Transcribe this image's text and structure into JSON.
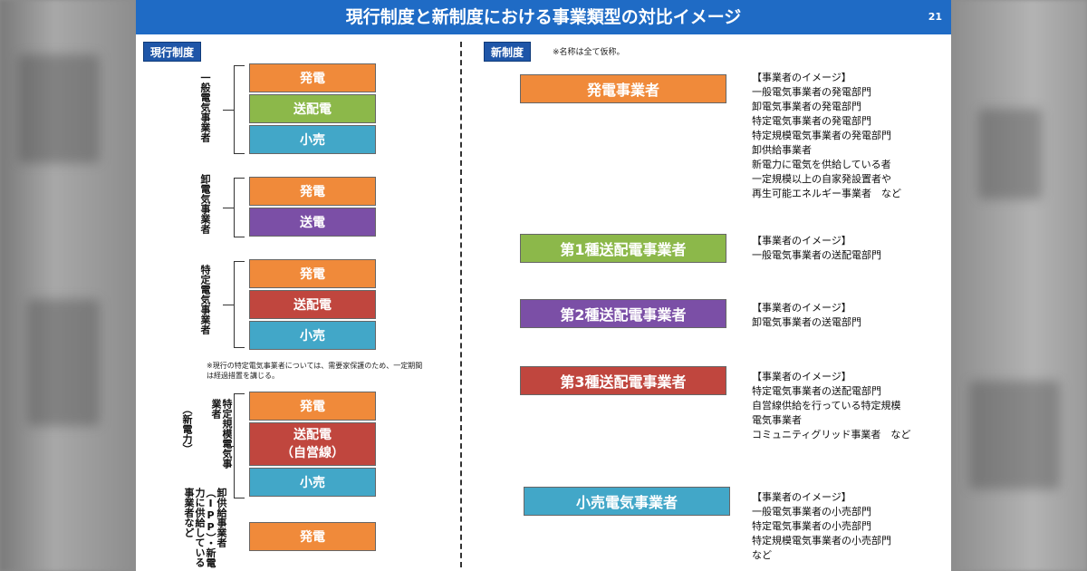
{
  "header": {
    "title": "現行制度と新制度における事業類型の対比イメージ",
    "page_number": "21"
  },
  "current": {
    "tag": "現行制度",
    "groups": [
      {
        "label": "一般電気事業者",
        "boxes": [
          "発電",
          "送配電",
          "小売"
        ]
      },
      {
        "label": "卸電気事業者",
        "boxes": [
          "発電",
          "送電"
        ]
      },
      {
        "label": "特定電気事業者",
        "boxes": [
          "発電",
          "送配電",
          "小売"
        ]
      },
      {
        "label": "特定規模電気事業者",
        "label_sub": "（新電力）",
        "boxes": [
          "発電",
          "送配電",
          "（自営線）",
          "小売"
        ]
      },
      {
        "label": "卸供給事業者（IPP）・新電力に供給している事業者など",
        "boxes": [
          "発電"
        ]
      }
    ],
    "note": "※現行の特定電気事業者については、需要家保護のため、一定期間は経過措置を講じる。"
  },
  "new": {
    "tag": "新制度",
    "tag_note": "※名称は全て仮称。",
    "categories": [
      {
        "name": "発電事業者",
        "desc": [
          "【事業者のイメージ】",
          "一般電気事業者の発電部門",
          "卸電気事業者の発電部門",
          "特定電気事業者の発電部門",
          "特定規模電気事業者の発電部門",
          "卸供給事業者",
          "新電力に電気を供給している者",
          "一定規模以上の自家発設置者や",
          "再生可能エネルギー事業者　など"
        ]
      },
      {
        "name": "第1種送配電事業者",
        "desc": [
          "【事業者のイメージ】",
          "一般電気事業者の送配電部門"
        ]
      },
      {
        "name": "第2種送配電事業者",
        "desc": [
          "【事業者のイメージ】",
          "卸電気事業者の送電部門"
        ]
      },
      {
        "name": "第3種送配電事業者",
        "desc": [
          "【事業者のイメージ】",
          "特定電気事業者の送配電部門",
          "自営線供給を行っている特定規模",
          "電気事業者",
          "コミュニティグリッド事業者　など"
        ]
      },
      {
        "name": "小売電気事業者",
        "desc": [
          "【事業者のイメージ】",
          "一般電気事業者の小売部門",
          "特定電気事業者の小売部門",
          "特定規模電気事業者の小売部門",
          "など"
        ]
      }
    ]
  },
  "colors": {
    "title_bar": "#1f6bc5",
    "tag": "#1f56a8",
    "generation": "#f08a3a",
    "transmission_green": "#8cb84a",
    "retail": "#42a7c8",
    "transmission_purple": "#7b4fa6",
    "distribution_red": "#c0463e"
  }
}
